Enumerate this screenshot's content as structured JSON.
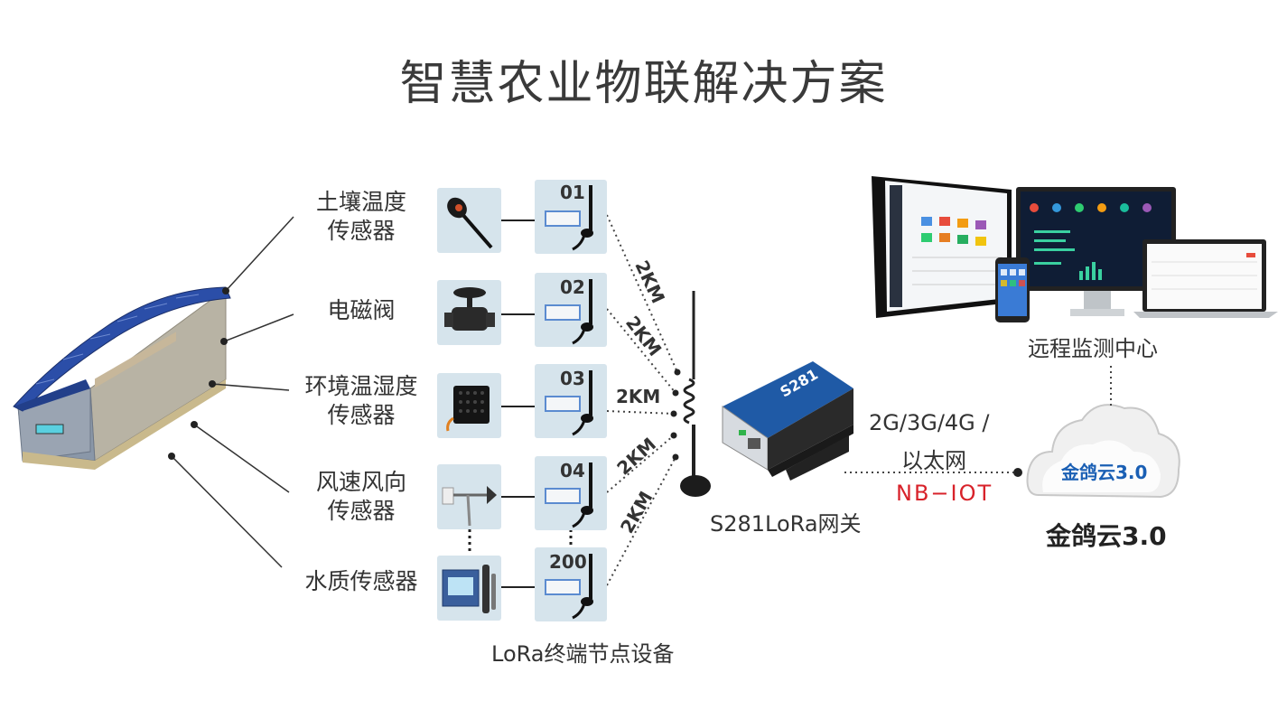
{
  "title": "智慧农业物联解决方案",
  "sensors": [
    {
      "label_line1": "土壤温度",
      "label_line2": "传感器",
      "node": "01"
    },
    {
      "label_line1": "电磁阀",
      "label_line2": "",
      "node": "02"
    },
    {
      "label_line1": "环境温湿度",
      "label_line2": "传感器",
      "node": "03"
    },
    {
      "label_line1": "风速风向",
      "label_line2": "传感器",
      "node": "04"
    },
    {
      "label_line1": "水质传感器",
      "label_line2": "",
      "node": "200"
    }
  ],
  "distance_labels": [
    "2KM",
    "2KM",
    "2KM",
    "2KM",
    "2KM"
  ],
  "node_caption": "LoRa终端节点设备",
  "gateway_caption": "S281LoRa网关",
  "gateway_model": "S281",
  "link": {
    "line1": "2G/3G/4G /",
    "line2": "以太网",
    "line3": "NB−IOT"
  },
  "monitor_caption": "远程监测中心",
  "cloud_inner": "金鸽云3.0",
  "cloud_name": "金鸽云3.0",
  "colors": {
    "roof": "#2b4ea8",
    "box": "#d6e4ec",
    "accent_red": "#d8222a",
    "cloud_blue": "#1a5fb4",
    "gateway": "#1f5aa6"
  }
}
